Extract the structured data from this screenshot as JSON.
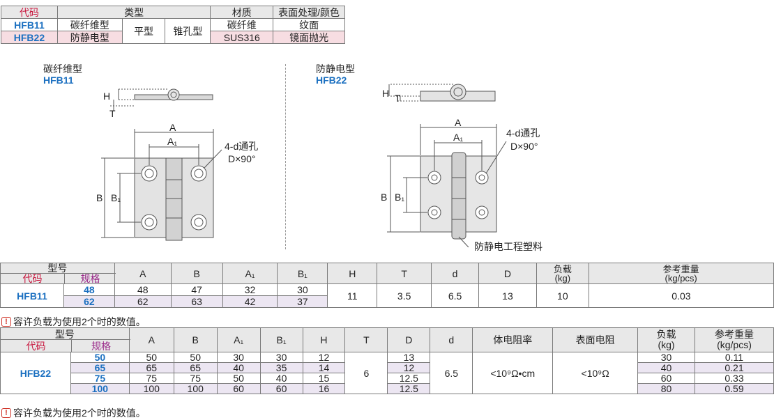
{
  "top_table": {
    "headers": {
      "code": "代码",
      "type": "类型",
      "material": "材质",
      "surface": "表面处理/颜色"
    },
    "type_flat": "平型",
    "type_cone": "锥孔型",
    "rows": [
      {
        "code": "HFB11",
        "kind": "碳纤维型",
        "material": "碳纤维",
        "surface": "纹面"
      },
      {
        "code": "HFB22",
        "kind": "防静电型",
        "material": "SUS316",
        "surface": "镜面抛光"
      }
    ]
  },
  "drawings": {
    "left": {
      "title": "碳纤维型",
      "code": "HFB11",
      "hole_note_1": "4-d通孔",
      "hole_note_2": "D×90°"
    },
    "right": {
      "title": "防静电型",
      "code": "HFB22",
      "hole_note_1": "4-d通孔",
      "hole_note_2": "D×90°",
      "plastic_note": "防静电工程塑料"
    },
    "dims": {
      "A": "A",
      "A1": "A₁",
      "B": "B",
      "B1": "B₁",
      "H": "H",
      "T": "T"
    }
  },
  "table_hfb11": {
    "h_model": "型号",
    "h_code": "代码",
    "h_spec": "规格",
    "cols": [
      "A",
      "B",
      "A₁",
      "B₁",
      "H",
      "T",
      "d",
      "D"
    ],
    "h_load": "负载",
    "h_load_unit": "(kg)",
    "h_weight": "参考重量",
    "h_weight_unit": "(kg/pcs)",
    "code": "HFB11",
    "rows": [
      {
        "spec": "48",
        "A": "48",
        "B": "47",
        "A1": "32",
        "B1": "30"
      },
      {
        "spec": "62",
        "A": "62",
        "B": "63",
        "A1": "42",
        "B1": "37"
      }
    ],
    "shared": {
      "H": "11",
      "T": "3.5",
      "d": "6.5",
      "D": "13",
      "load": "10",
      "weight": "0.03"
    }
  },
  "note": "容许负载为使用2个时的数值。",
  "table_hfb22": {
    "h_model": "型号",
    "h_code": "代码",
    "h_spec": "规格",
    "cols": [
      "A",
      "B",
      "A₁",
      "B₁",
      "H",
      "T",
      "D",
      "d"
    ],
    "h_volume": "体电阻率",
    "h_surface": "表面电阻",
    "h_load": "负载",
    "h_load_unit": "(kg)",
    "h_weight": "参考重量",
    "h_weight_unit": "(kg/pcs)",
    "code": "HFB22",
    "T": "6",
    "d": "6.5",
    "volume": "<10⁹Ω•cm",
    "surface": "<10⁹Ω",
    "rows": [
      {
        "spec": "50",
        "A": "50",
        "B": "50",
        "A1": "30",
        "B1": "30",
        "H": "12",
        "D": "13",
        "load": "30",
        "weight": "0.11"
      },
      {
        "spec": "65",
        "A": "65",
        "B": "65",
        "A1": "40",
        "B1": "35",
        "H": "14",
        "D": "12",
        "load": "40",
        "weight": "0.21"
      },
      {
        "spec": "75",
        "A": "75",
        "B": "75",
        "A1": "50",
        "B1": "40",
        "H": "15",
        "D": "12.5",
        "load": "60",
        "weight": "0.33"
      },
      {
        "spec": "100",
        "A": "100",
        "B": "100",
        "A1": "60",
        "B1": "60",
        "H": "16",
        "D": "12.5",
        "load": "80",
        "weight": "0.59"
      }
    ]
  }
}
